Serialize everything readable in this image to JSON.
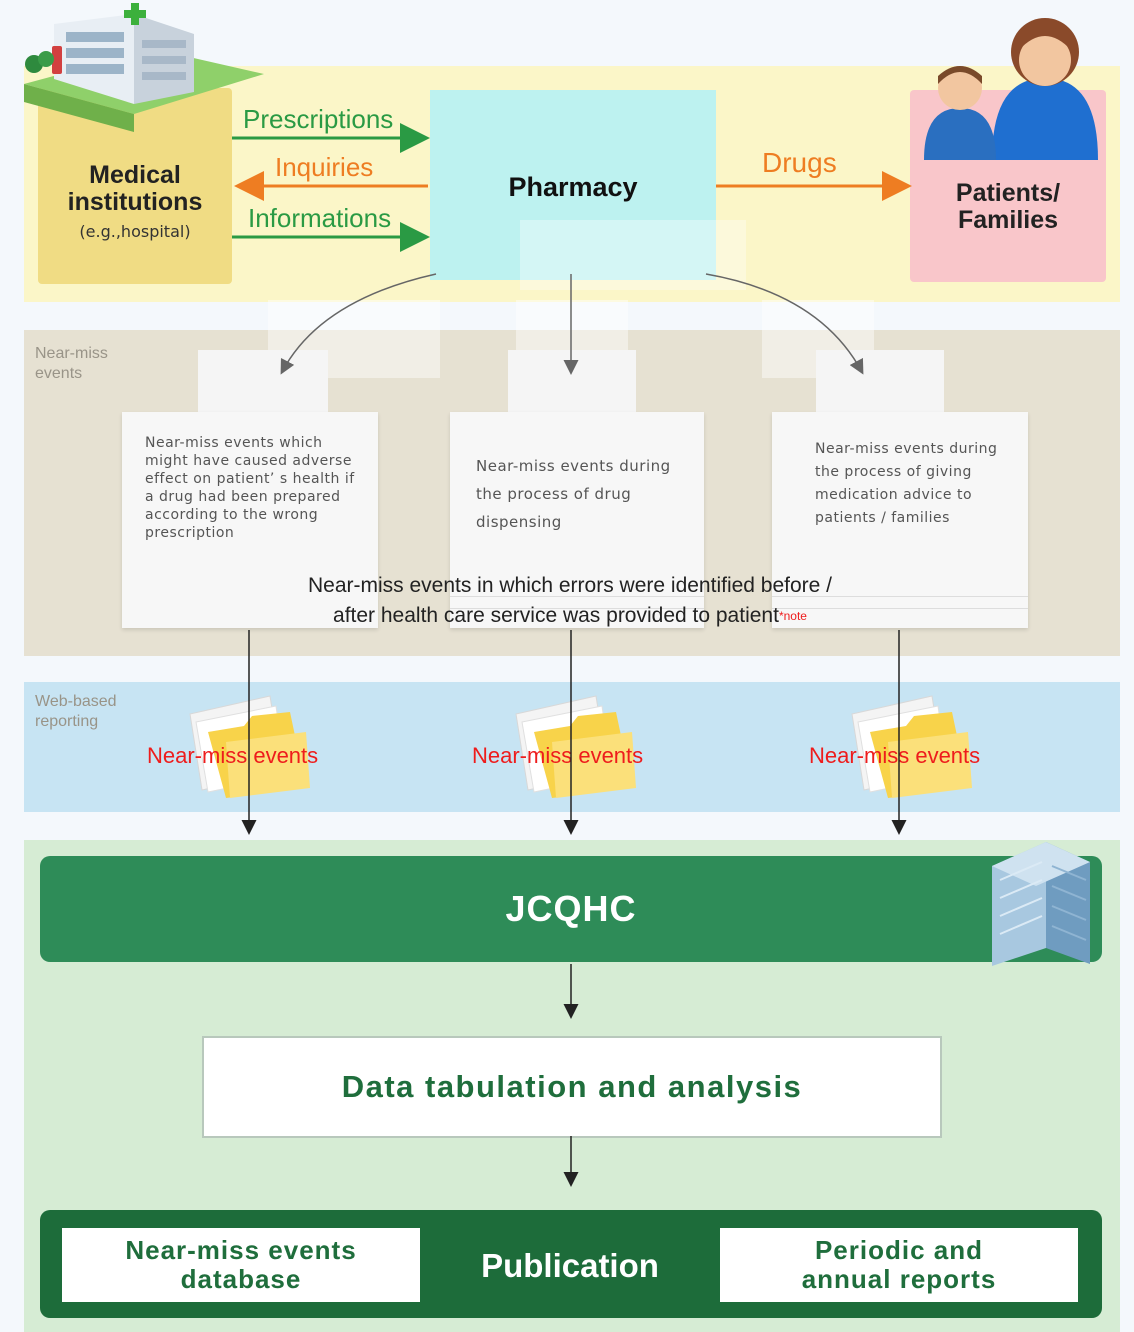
{
  "actors": {
    "medical": {
      "title": "Medical institutions",
      "line1": "Medical",
      "line2": "institutions",
      "subtitle": "(e.g.,hospital)"
    },
    "pharmacy": {
      "title": "Pharmacy"
    },
    "patients": {
      "line1": "Patients/",
      "line2": "Families"
    }
  },
  "flows": {
    "prescriptions": "Prescriptions",
    "inquiries": "Inquiries",
    "informations": "Informations",
    "drugs": "Drugs"
  },
  "bands": {
    "near_miss": {
      "label_line1": "Near-miss",
      "label_line2": "events"
    },
    "web_reporting": {
      "label_line1": "Web-based",
      "label_line2": "reporting"
    }
  },
  "event_cards": [
    {
      "text": "Near-miss events which might have caused adverse effect on patient’ s health if a drug had been prepared according to the wrong prescription"
    },
    {
      "text": "Near-miss events during the process of drug dispensing"
    },
    {
      "text": "Near-miss events during the process of giving medication advice to patients / families"
    }
  ],
  "caption": {
    "line1": "Near-miss events in which errors were identified before /",
    "line2": "after health care service was provided to patient",
    "note": "*note"
  },
  "folders": [
    {
      "label": "Near-miss events"
    },
    {
      "label": "Near-miss events"
    },
    {
      "label": "Near-miss events"
    }
  ],
  "jcqhc": {
    "title": "JCQHC"
  },
  "analysis": {
    "title": "Data tabulation and analysis"
  },
  "publication": {
    "title": "Publication",
    "left_line1": "Near-miss events",
    "left_line2": "database",
    "right_line1": "Periodic and",
    "right_line2": "annual reports"
  },
  "colors": {
    "green_arrow": "#2a9a44",
    "orange_arrow": "#ee7d22",
    "dark_green": "#2e8c58",
    "publication_green": "#1d6c3a",
    "near_miss_red": "#ee1c1c"
  },
  "icons": {
    "hospital": "hospital-icon",
    "people": "family-icon",
    "folder": "folder-icon",
    "building": "office-building-icon"
  }
}
